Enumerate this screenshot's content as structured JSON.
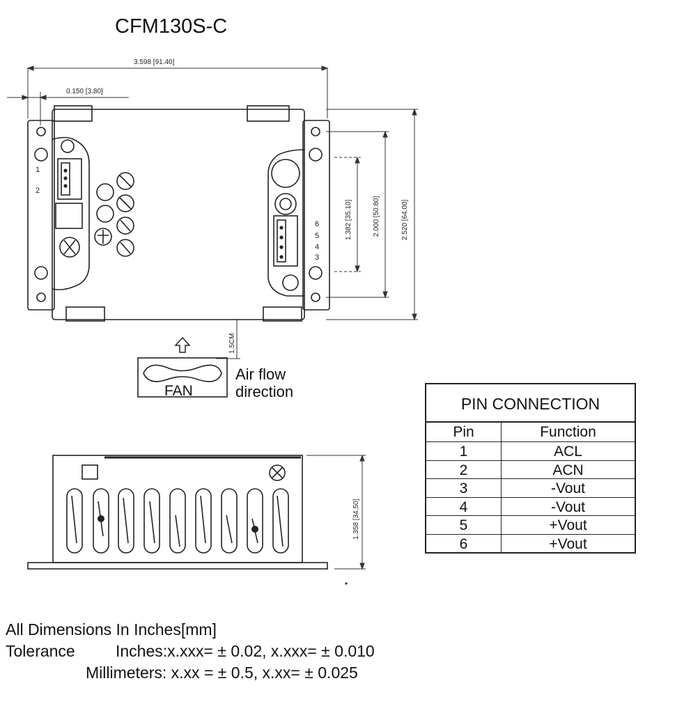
{
  "title": "CFM130S-C",
  "dimensions": {
    "overall_width": "3.598 [91.40]",
    "mount_offset": "0.150 [3.80]",
    "inner_height_small": "1.382 [35.10]",
    "inner_height_mid": "2.000 [50.80]",
    "overall_height": "2.520 [64.00]",
    "fan_clearance": "1.5CM",
    "side_height": "1.358 [34.50]"
  },
  "connectors": {
    "left_pins": [
      "1",
      "2"
    ],
    "right_pins": [
      "6",
      "5",
      "4",
      "3"
    ]
  },
  "fan": {
    "label": "FAN",
    "airflow_line1": "Air flow",
    "airflow_line2": "direction"
  },
  "pin_connection": {
    "title": "PIN CONNECTION",
    "headers": [
      "Pin",
      "Function"
    ],
    "rows": [
      {
        "pin": "1",
        "function": "ACL"
      },
      {
        "pin": "2",
        "function": "ACN"
      },
      {
        "pin": "3",
        "function": "-Vout"
      },
      {
        "pin": "4",
        "function": "-Vout"
      },
      {
        "pin": "5",
        "function": "+Vout"
      },
      {
        "pin": "6",
        "function": "+Vout"
      }
    ]
  },
  "notes": {
    "line1": "All Dimensions In Inches[mm]",
    "tolerance_label": "Tolerance",
    "line2": "Inches:x.xxx= ± 0.02, x.xxx= ± 0.010",
    "line3": "Millimeters: x.xx = ± 0.5, x.xx= ± 0.025"
  }
}
